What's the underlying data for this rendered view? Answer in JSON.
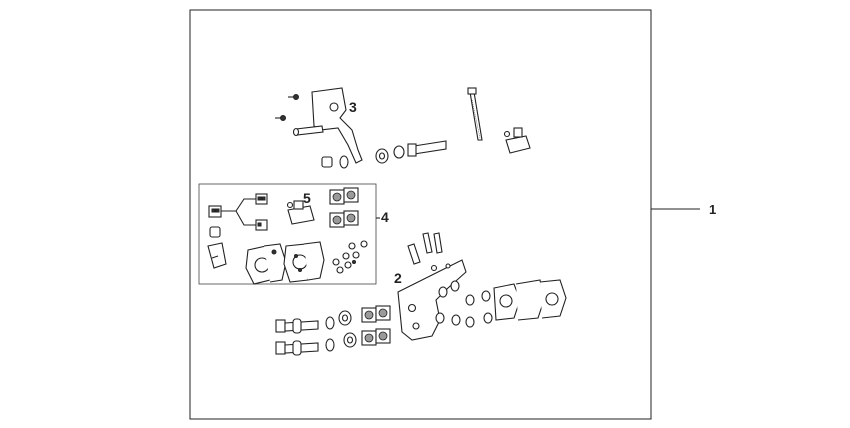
{
  "callouts": {
    "kit": "1",
    "mount_bracket": "2",
    "upper_bracket": "3",
    "sub_kit": "4",
    "connector_part": "5"
  }
}
